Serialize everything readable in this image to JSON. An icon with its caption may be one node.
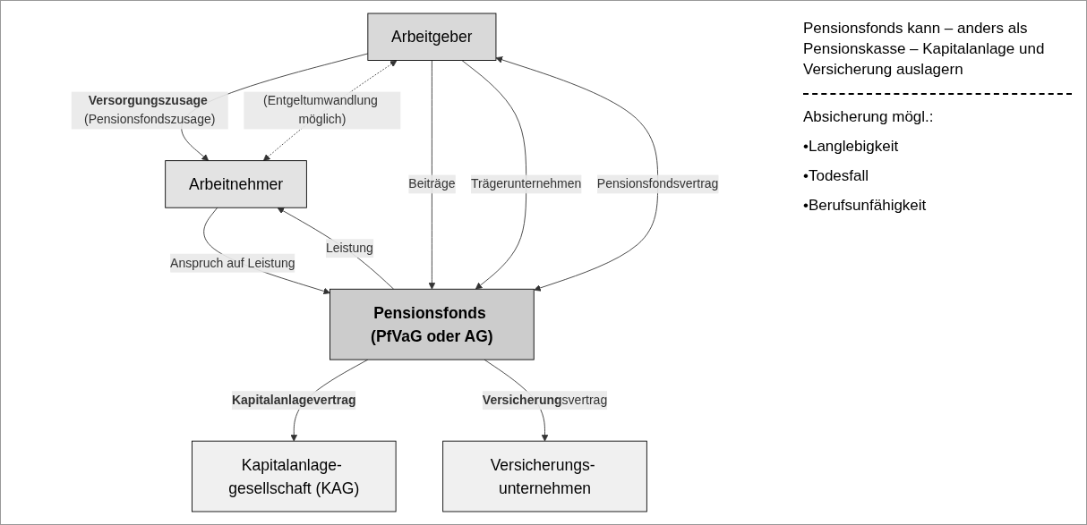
{
  "diagram": {
    "nodes": [
      {
        "text": [
          "Arbeitgeber"
        ]
      },
      {
        "text": [
          "Arbeitnehmer"
        ]
      },
      {
        "text": [
          "Pensionsfonds (PfVaG oder AG)"
        ]
      },
      {
        "text": [
          "Kapitalanlage- gesellschaft (KAG)"
        ]
      },
      {
        "text": [
          "Versicherungs- unternehmen"
        ]
      }
    ],
    "edges": [
      {
        "from": 0,
        "to": 1,
        "arrow": "to",
        "label": "**Versorgungszusage** (Pensionsfondszusage)"
      },
      {
        "from": 0,
        "to": 1,
        "arrow": "both",
        "label": "(Entgeltumwandlung möglich)",
        "style": "dashed"
      },
      {
        "from": 0,
        "to": 2,
        "arrow": "to",
        "label": "Beiträge"
      },
      {
        "from": 2,
        "to": 0,
        "arrow": "both",
        "label": "Pensionsfondsvertrag"
      },
      {
        "from": 0,
        "to": 2,
        "arrow": "to",
        "label": "Trägerunternehmen"
      },
      {
        "from": 2,
        "to": 1,
        "arrow": "to",
        "label": "Leistung"
      },
      {
        "from": 1,
        "to": 2,
        "arrow": "to",
        "label": "Anspruch auf Leistung"
      },
      {
        "from": 2,
        "to": 3,
        "arrow": "to",
        "label": "**Kapitalanlagevertrag**"
      },
      {
        "from": 2,
        "to": 4,
        "arrow": "to",
        "label": "**Versicherung**svertrag"
      }
    ],
    "labels": [
      "Pensionsfonds kann – anders als Pensionskasse – Kapitalanlage und Versicherung auslagern",
      "Absicherung mögl.:",
      "•Langlebigkeit",
      "•Todesfall",
      "•Berufsunfähigkeit"
    ]
  }
}
